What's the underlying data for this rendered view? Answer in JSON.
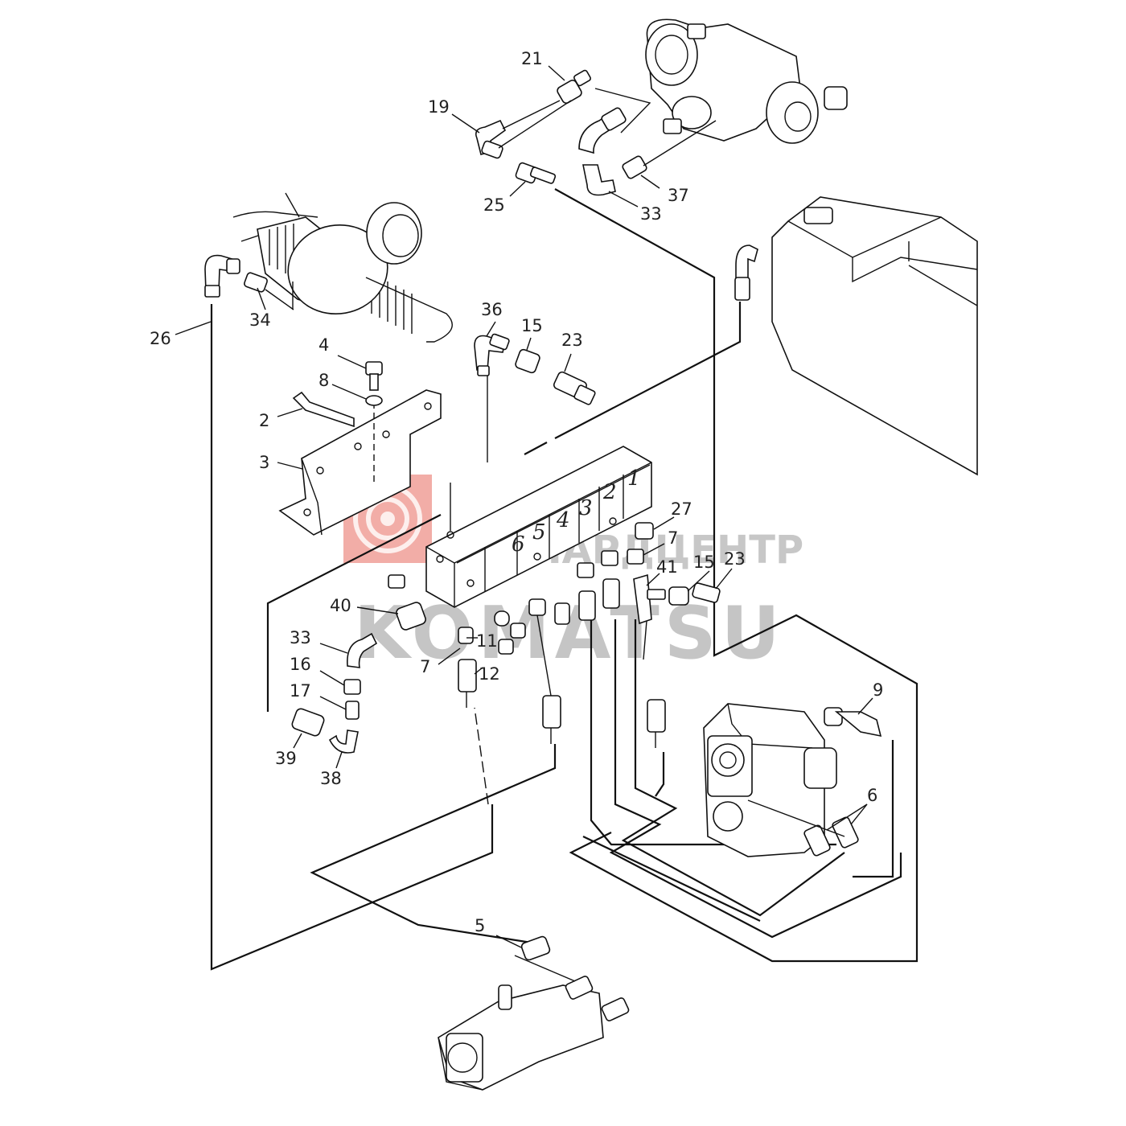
{
  "callouts": {
    "c21": "21",
    "c19": "19",
    "c25": "25",
    "c37": "37",
    "c33a": "33",
    "c26": "26",
    "c34": "34",
    "c36": "36",
    "c15a": "15",
    "c23a": "23",
    "c4": "4",
    "c8": "8",
    "c2": "2",
    "c3": "3",
    "c27": "27",
    "c7a": "7",
    "c41": "41",
    "c15b": "15",
    "c23b": "23",
    "c40": "40",
    "c33b": "33",
    "c11": "11",
    "c7b": "7",
    "c12": "12",
    "c16": "16",
    "c17": "17",
    "c39": "39",
    "c38": "38",
    "c9": "9",
    "c6": "6",
    "c5": "5"
  },
  "block_slots": [
    "1",
    "2",
    "3",
    "4",
    "5",
    "6"
  ],
  "watermark": {
    "line1": "ЛЕОНАРДЦЕНТР",
    "line2": "KOMATSU",
    "logo_color": "#e86a5e"
  }
}
